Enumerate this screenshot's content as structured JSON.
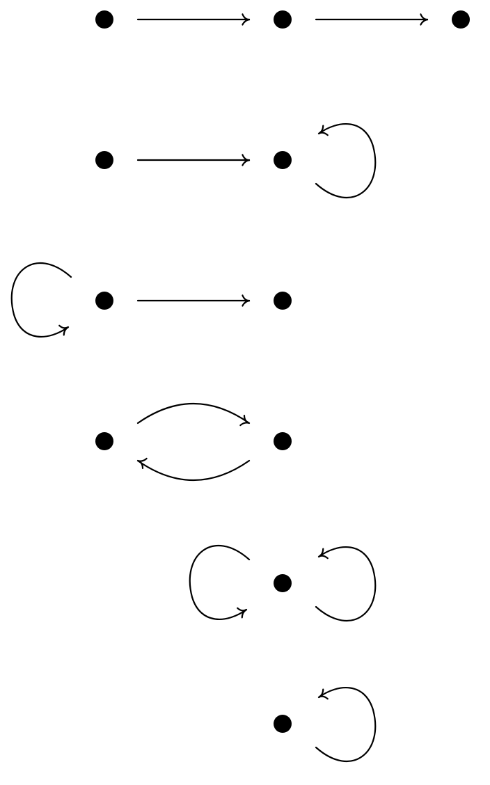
{
  "diagram": {
    "type": "directed-graphs",
    "colors": {
      "node": "#000000",
      "edge": "#000000",
      "background": "#ffffff"
    },
    "graphs": [
      {
        "id": "graph-1",
        "nodes": [
          "a",
          "b",
          "c"
        ],
        "edges": [
          {
            "from": "a",
            "to": "b",
            "kind": "straight"
          },
          {
            "from": "b",
            "to": "c",
            "kind": "straight"
          }
        ]
      },
      {
        "id": "graph-2",
        "nodes": [
          "a",
          "b"
        ],
        "edges": [
          {
            "from": "a",
            "to": "b",
            "kind": "straight"
          },
          {
            "from": "b",
            "to": "b",
            "kind": "loop-right"
          }
        ]
      },
      {
        "id": "graph-3",
        "nodes": [
          "a",
          "b"
        ],
        "edges": [
          {
            "from": "a",
            "to": "a",
            "kind": "loop-left"
          },
          {
            "from": "a",
            "to": "b",
            "kind": "straight"
          }
        ]
      },
      {
        "id": "graph-4",
        "nodes": [
          "a",
          "b"
        ],
        "edges": [
          {
            "from": "a",
            "to": "b",
            "kind": "arc-over"
          },
          {
            "from": "b",
            "to": "a",
            "kind": "arc-under"
          }
        ]
      },
      {
        "id": "graph-5",
        "nodes": [
          "a"
        ],
        "edges": [
          {
            "from": "a",
            "to": "a",
            "kind": "loop-left"
          },
          {
            "from": "a",
            "to": "a",
            "kind": "loop-right"
          }
        ]
      },
      {
        "id": "graph-6",
        "nodes": [
          "a"
        ],
        "edges": [
          {
            "from": "a",
            "to": "a",
            "kind": "loop-right"
          }
        ]
      }
    ]
  }
}
